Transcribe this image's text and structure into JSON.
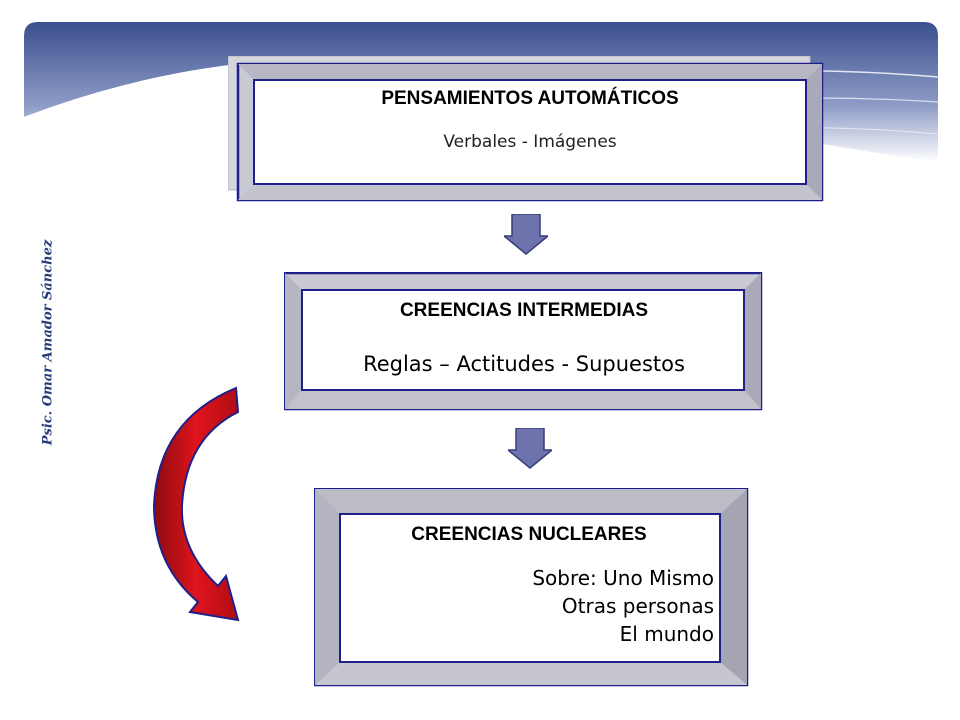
{
  "author": "Psic. Omar Amador Sánchez",
  "boxes": {
    "automaticos": {
      "title": "PENSAMIENTOS AUTOMÁTICOS",
      "subtitle": "Verbales - Imágenes"
    },
    "intermedias": {
      "title": "CREENCIAS INTERMEDIAS",
      "subtitle": "Reglas – Actitudes - Supuestos"
    },
    "nucleares": {
      "title": "CREENCIAS NUCLEARES",
      "lines": [
        "Sobre: Uno Mismo",
        "Otras personas",
        "El mundo"
      ]
    }
  },
  "colors": {
    "banner": "#3d5494",
    "box_border": "#1f1f8a",
    "bevel": "#c9c9d3",
    "arrow_fill": "#6e73ae",
    "curve_arrow": "#d8141b"
  }
}
